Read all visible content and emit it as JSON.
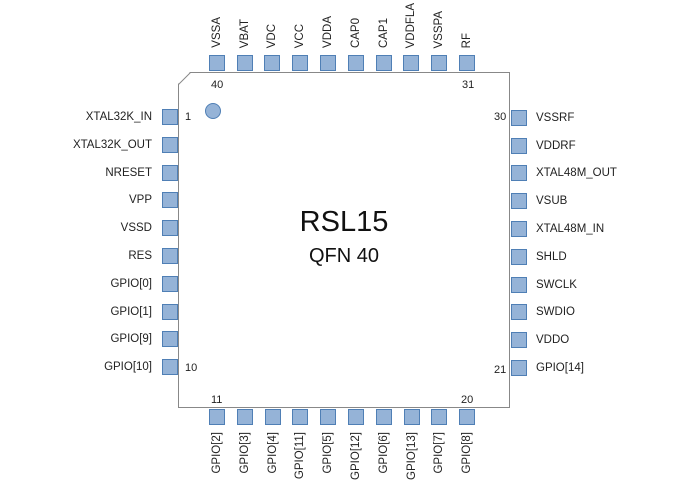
{
  "chip": {
    "title": "RSL15",
    "subtitle": "QFN 40",
    "pin_fill": "#95b3d7",
    "pin_border": "#4f7fb5"
  },
  "corner_numbers": {
    "pin1": "1",
    "pin10": "10",
    "pin11": "11",
    "pin20": "20",
    "pin21": "21",
    "pin30": "30",
    "pin31": "31",
    "pin40": "40"
  },
  "pins": {
    "left": [
      "XTAL32K_IN",
      "XTAL32K_OUT",
      "NRESET",
      "VPP",
      "VSSD",
      "RES",
      "GPIO[0]",
      "GPIO[1]",
      "GPIO[9]",
      "GPIO[10]"
    ],
    "bottom": [
      "GPIO[2]",
      "GPIO[3]",
      "GPIO[4]",
      "GPIO[11]",
      "GPIO[5]",
      "GPIO[12]",
      "GPIO[6]",
      "GPIO[13]",
      "GPIO[7]",
      "GPIO[8]"
    ],
    "right": [
      "GPIO[14]",
      "VDDO",
      "SWDIO",
      "SWCLK",
      "SHLD",
      "XTAL48M_IN",
      "VSUB",
      "XTAL48M_OUT",
      "VDDRF",
      "VSSRF"
    ],
    "top": [
      "RF",
      "VSSPA",
      "VDDFLA",
      "CAP1",
      "CAP0",
      "VDDA",
      "VCC",
      "VDC",
      "VBAT",
      "VSSA"
    ]
  }
}
